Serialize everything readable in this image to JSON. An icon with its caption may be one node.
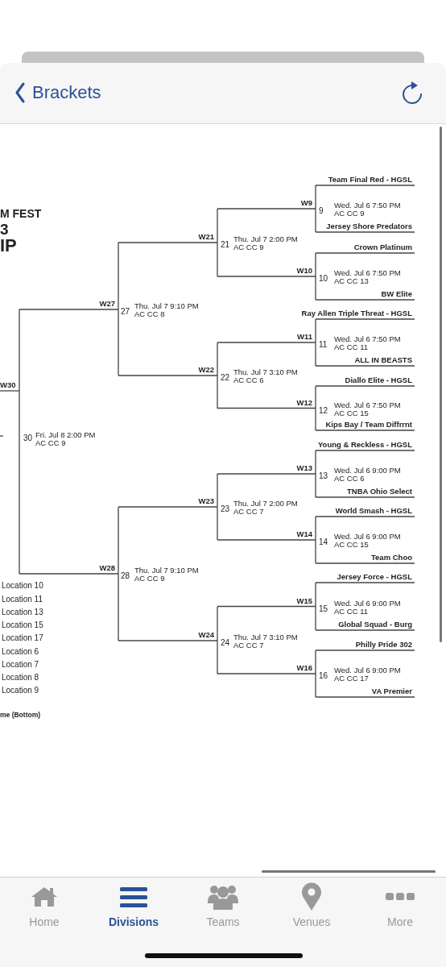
{
  "diagram": {
    "nodes": [
      {
        "text": [],
        "shape": "bar"
      }
    ],
    "labels": [
      "Brackets",
      "M FEST",
      "3",
      "IP",
      "Team Final Red - HGSL",
      "W9",
      "9",
      "Wed. Jul 6 7:50 PM",
      "AC CC 9",
      "Jersey Shore Predators",
      "W21",
      "21",
      "Thu. Jul 7 2:00 PM",
      "AC CC 9",
      "Crown Platinum",
      "W10",
      "10",
      "Wed. Jul 6 7:50 PM",
      "AC CC 13",
      "BW Elite",
      "W27",
      "27",
      "Thu. Jul 7 9:10 PM",
      "AC CC 8",
      "Ray Allen Triple Threat - HGSL",
      "W11",
      "11",
      "Wed. Jul 6 7:50 PM",
      "AC CC 11",
      "ALL IN BEASTS",
      "W22",
      "22",
      "Thu. Jul 7 3:10 PM",
      "AC CC 6",
      "Diallo Elite - HGSL",
      "W30",
      "W12",
      "12",
      "Wed. Jul 6 7:50 PM",
      "AC CC 15",
      "Kips Bay / Team Diffrrnt",
      "30",
      "Fri. Jul 8 2:00 PM",
      "AC CC 9",
      "Young & Reckless - HGSL",
      "W13",
      "13",
      "Wed. Jul 6 9:00 PM",
      "AC CC 6",
      "TNBA Ohio Select",
      "W23",
      "23",
      "Thu. Jul 7 2:00 PM",
      "AC CC 7",
      "World Smash - HGSL",
      "W14",
      "14",
      "Wed. Jul 6 9:00 PM",
      "AC CC 15",
      "Team Choo",
      "W28",
      "28",
      "Thu. Jul 7 9:10 PM",
      "AC CC 9",
      "Jersey Force - HGSL",
      "Location 10",
      "Location 11",
      "W15",
      "15",
      "Wed. Jul 6 9:00 PM",
      "AC CC 11",
      "Location 13",
      "Location 15",
      "Global Squad - Burg",
      "Location 17",
      "W24",
      "24",
      "Thu. Jul 7 3:10 PM",
      "AC CC 7",
      "Philly Pride 302",
      "Location 6",
      "Location 7",
      "W16",
      "16",
      "Wed. Jul 6 9:00 PM",
      "AC CC 17",
      "Location 8",
      "Location 9",
      "VA Premier",
      "me (Bottom)",
      "Home",
      "Divisions",
      "Teams",
      "Venues",
      "More"
    ]
  }
}
